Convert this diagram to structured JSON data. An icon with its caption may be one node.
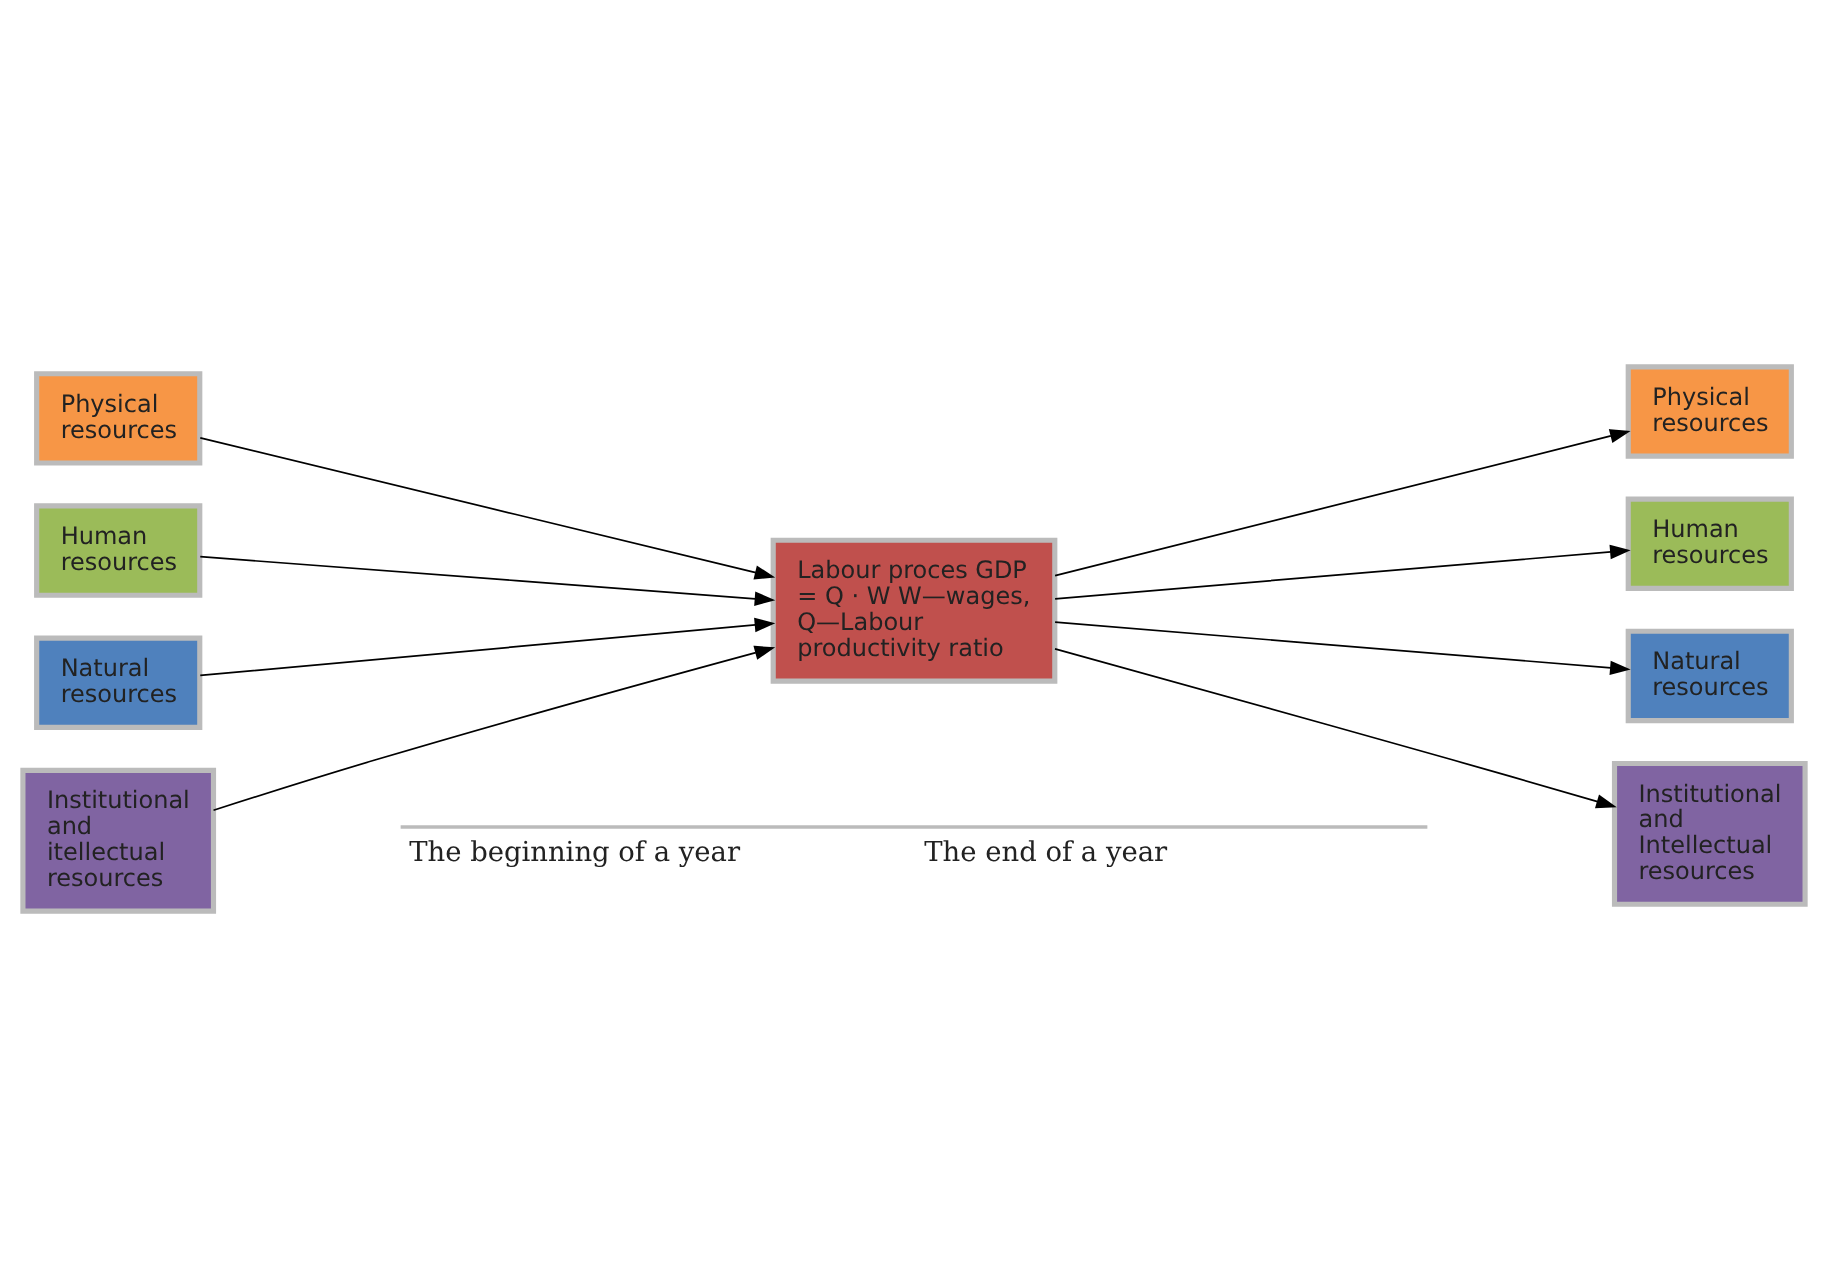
{
  "diagram": {
    "nodes": [
      {
        "text": [
          "Physical resources"
        ]
      },
      {
        "text": [
          "Human resources"
        ]
      },
      {
        "text": [
          "Natural resources"
        ]
      },
      {
        "text": [
          "Institutional and itellectual resources"
        ]
      },
      {
        "text": [
          "Labour proces GDP = Q · W W—wages, Q—Labour productivity ratio"
        ]
      },
      {
        "text": [
          "Physical resources"
        ]
      },
      {
        "text": [
          "Human resources"
        ]
      },
      {
        "text": [
          "Natural resources"
        ]
      },
      {
        "text": [
          "Institutional and Intellectual resources"
        ]
      }
    ],
    "edges": [
      {
        "from": 0,
        "to": 4,
        "arrow": "to"
      },
      {
        "from": 1,
        "to": 4,
        "arrow": "to"
      },
      {
        "from": 2,
        "to": 4,
        "arrow": "to"
      },
      {
        "from": 3,
        "to": 4,
        "arrow": "to"
      },
      {
        "from": 4,
        "to": 5,
        "arrow": "to"
      },
      {
        "from": 4,
        "to": 6,
        "arrow": "to"
      },
      {
        "from": 4,
        "to": 7,
        "arrow": "to"
      },
      {
        "from": 4,
        "to": 8,
        "arrow": "to"
      }
    ],
    "labels": [
      "The beginning of a year",
      "The end of a year"
    ]
  }
}
